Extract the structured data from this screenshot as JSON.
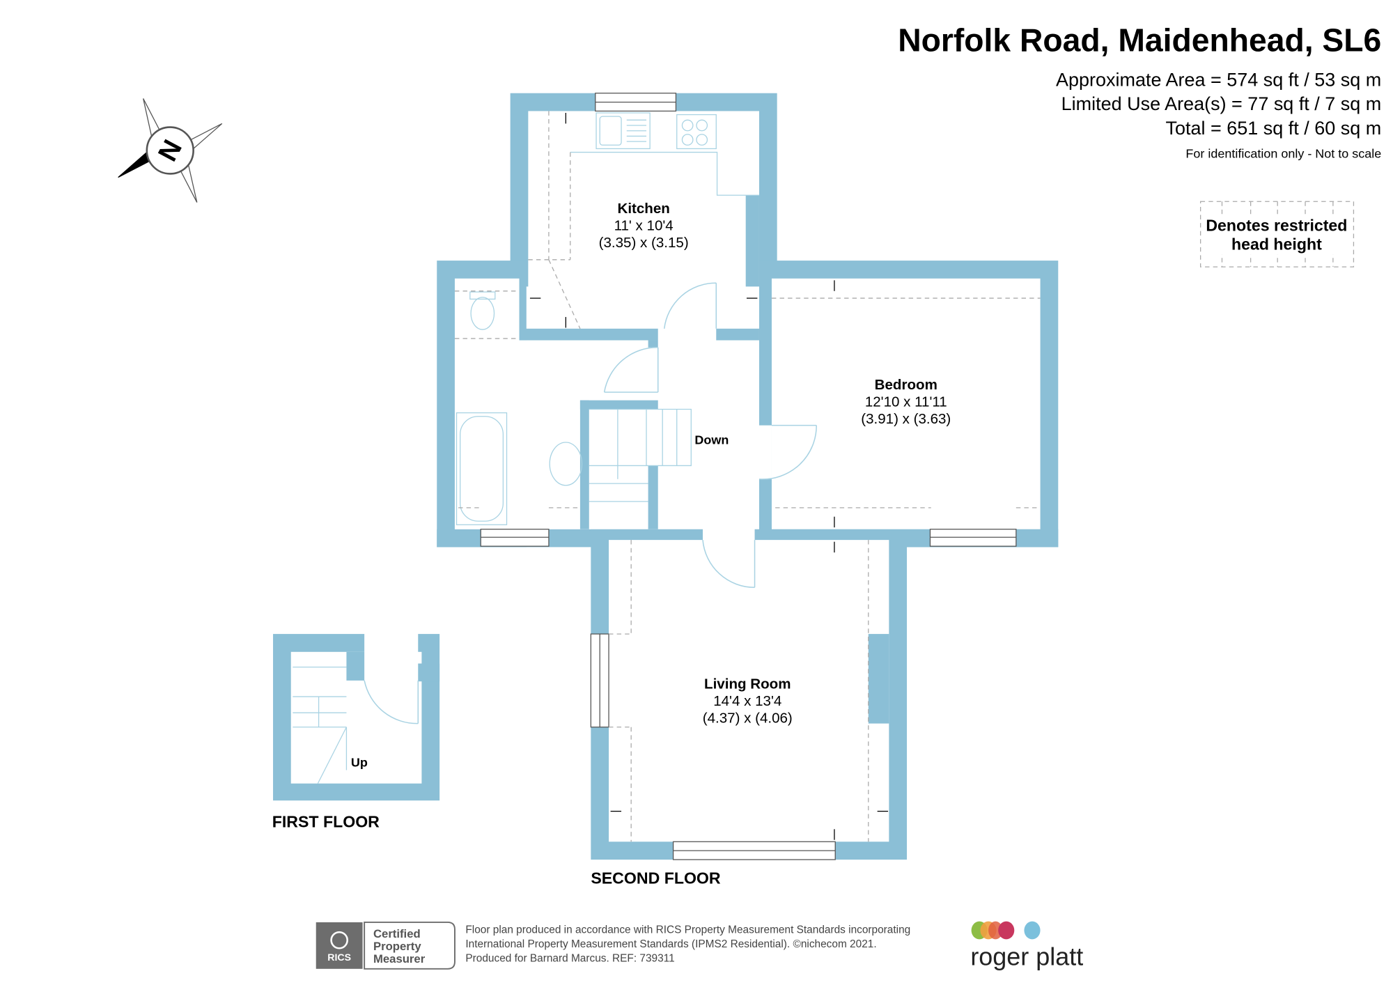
{
  "header": {
    "title": "Norfolk Road, Maidenhead, SL6",
    "area_lines": [
      "Approximate Area = 574 sq ft / 53 sq m",
      "Limited Use Area(s) = 77 sq ft / 7 sq m",
      "Total = 651 sq ft / 60 sq m"
    ],
    "disclaimer": "For identification only - Not to scale"
  },
  "legend": {
    "line1": "Denotes restricted",
    "line2": "head height"
  },
  "compass": {
    "letter": "N"
  },
  "rooms": {
    "kitchen": {
      "name": "Kitchen",
      "imperial": "11' x 10'4",
      "metric": "(3.35) x (3.15)"
    },
    "bedroom": {
      "name": "Bedroom",
      "imperial": "12'10 x 11'11",
      "metric": "(3.91) x (3.63)"
    },
    "living": {
      "name": "Living Room",
      "imperial": "14'4 x 13'4",
      "metric": "(4.37) x (4.06)"
    }
  },
  "stairs": {
    "down": "Down",
    "up": "Up"
  },
  "floors": {
    "first": "FIRST FLOOR",
    "second": "SECOND FLOOR"
  },
  "footer": {
    "rics": "RICS",
    "certified": [
      "Certified",
      "Property",
      "Measurer"
    ],
    "lines": [
      "Floor plan produced in accordance with RICS Property Measurement Standards incorporating",
      "International Property Measurement Standards (IPMS2 Residential).   ©nichecom 2021.",
      "Produced for Barnard Marcus.   REF:  739311"
    ],
    "brand": "roger platt"
  },
  "colors": {
    "wall": "#8bbfd6",
    "fixture": "#a9d3e3",
    "dash": "#aaaaaa"
  }
}
